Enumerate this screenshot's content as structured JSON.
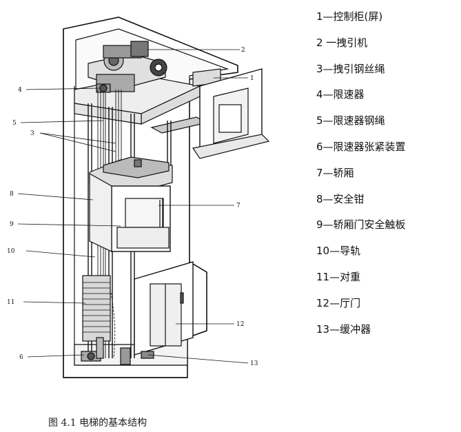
{
  "legend": [
    "1—控制柜(屏)",
    "2 一拽引机",
    "3—拽引钢丝绳",
    "4—限速器",
    "5—限速器钢绳",
    "6—限速器张紧装置",
    "7—轿厢",
    "8—安全钳",
    "9—轿厢门安全触板",
    "10—导轨",
    "11—对重",
    "12—厅门",
    "13—缓冲器"
  ],
  "callouts": [
    "1",
    "2",
    "3",
    "4",
    "5",
    "6",
    "7",
    "8",
    "9",
    "10",
    "11",
    "12",
    "13"
  ],
  "caption": "图 4.1  电梯的基本结构"
}
